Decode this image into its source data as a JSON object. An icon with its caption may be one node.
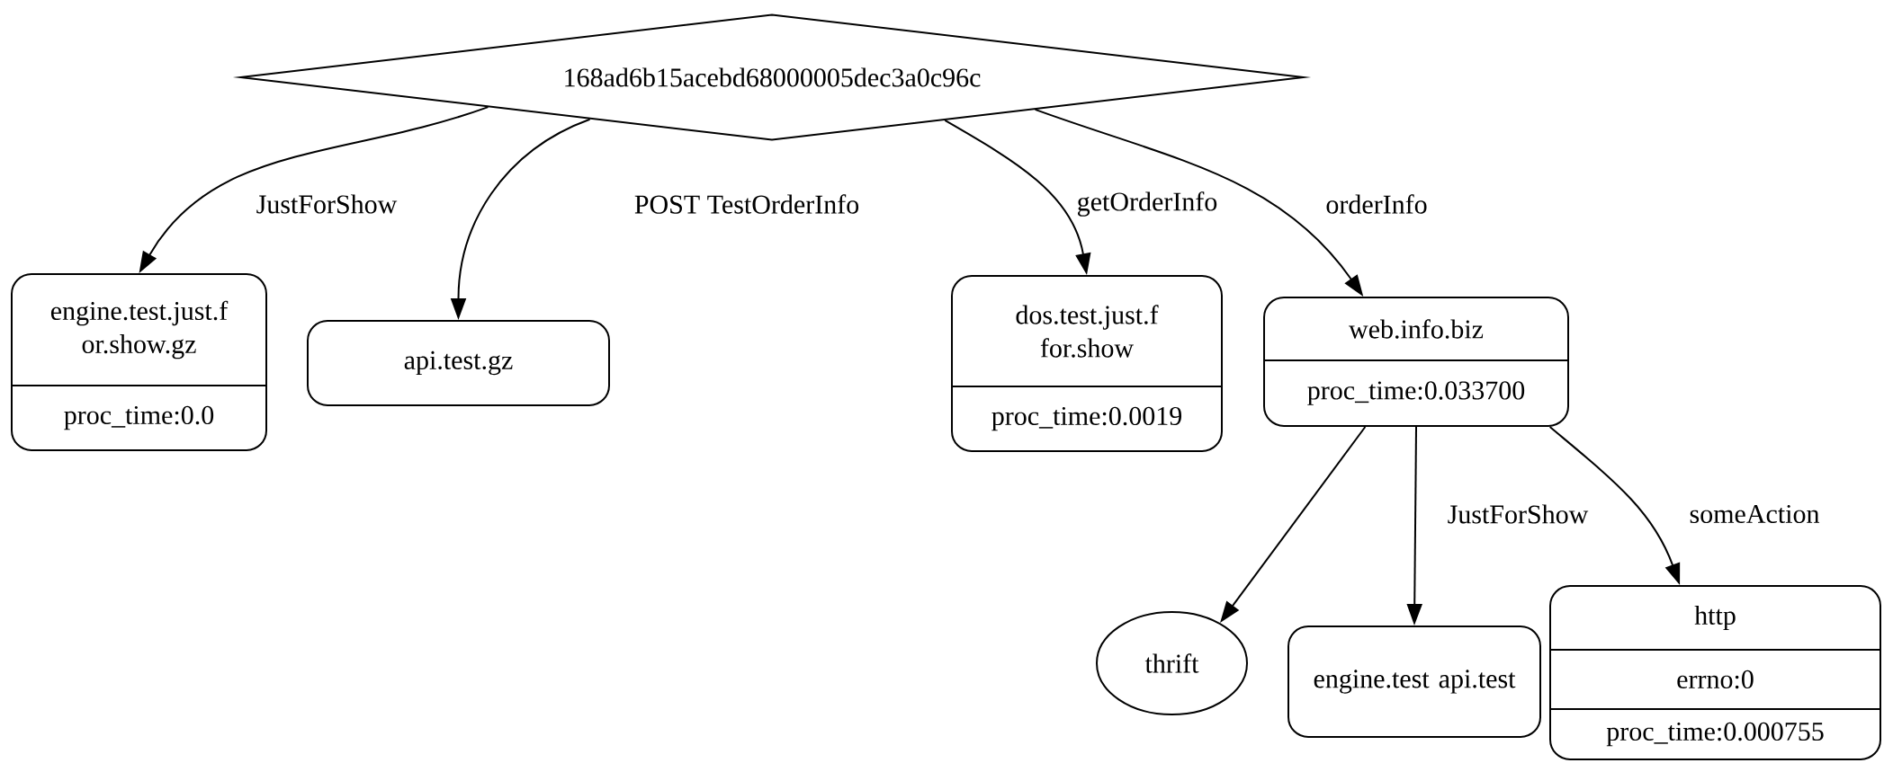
{
  "diagram": {
    "nodes": [
      {
        "text": [
          "168ad6b15acebd68000005dec3a0c96c"
        ]
      },
      {
        "text": [
          "engine.test.just.f or.show.gz",
          "proc_time:0.0"
        ]
      },
      {
        "text": [
          "api.test.gz"
        ]
      },
      {
        "text": [
          "dos.test.just.f for.show",
          "proc_time:0.0019"
        ]
      },
      {
        "text": [
          "web.info.biz",
          "proc_time:0.033700"
        ]
      },
      {
        "text": [
          "thrift"
        ]
      },
      {
        "text": [
          "engine.test api.test"
        ]
      },
      {
        "text": [
          "http",
          "errno:0",
          "proc_time:0.000755"
        ]
      }
    ],
    "edges": [
      {
        "from": 0,
        "to": 1,
        "arrow": "to",
        "label": "JustForShow"
      },
      {
        "from": 0,
        "to": 2,
        "arrow": "to",
        "label": "POST TestOrderInfo"
      },
      {
        "from": 0,
        "to": 3,
        "arrow": "to",
        "label": "getOrderInfo"
      },
      {
        "from": 0,
        "to": 4,
        "arrow": "to",
        "label": "orderInfo"
      },
      {
        "from": 4,
        "to": 5,
        "arrow": "to"
      },
      {
        "from": 4,
        "to": 6,
        "arrow": "to",
        "label": "JustForShow"
      },
      {
        "from": 4,
        "to": 7,
        "arrow": "to",
        "label": "someAction"
      }
    ]
  }
}
